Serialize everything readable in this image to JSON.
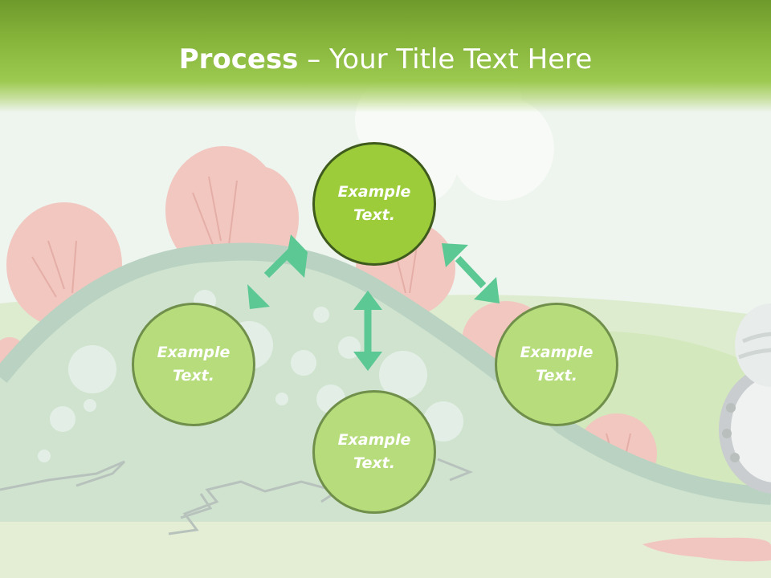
{
  "slide": {
    "title_bold": "Process",
    "title_rest": " – Your Title Text Here"
  },
  "nodes": {
    "top": {
      "line1": "Example",
      "line2": "Text."
    },
    "left": {
      "line1": "Example",
      "line2": "Text."
    },
    "right": {
      "line1": "Example",
      "line2": "Text."
    },
    "bottom": {
      "line1": "Example",
      "line2": "Text."
    }
  },
  "colors": {
    "header_green": "#86b43a",
    "center_node_fill": "#9ccc3a",
    "outer_node_fill": "#b6dc7b",
    "arrow_teal": "#5cc894"
  }
}
